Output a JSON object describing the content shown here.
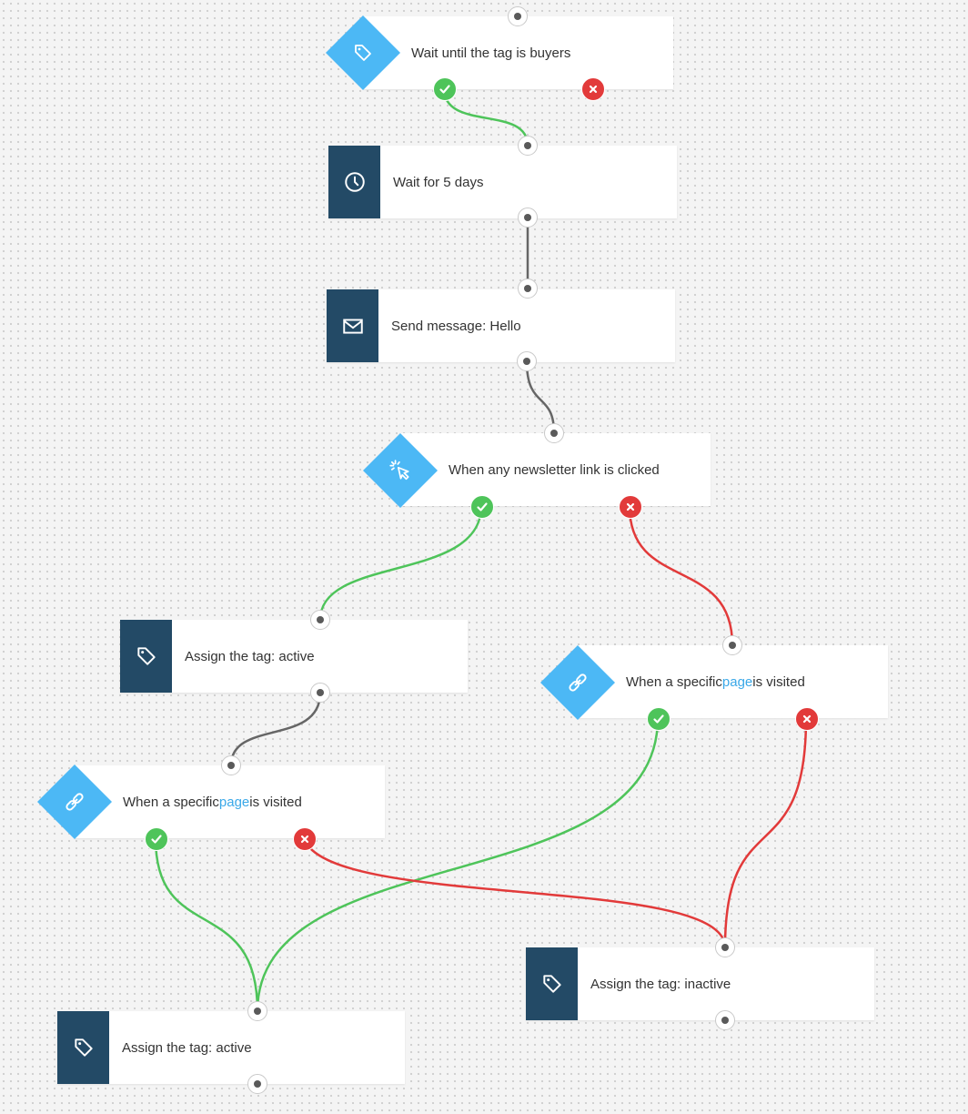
{
  "colors": {
    "success": "#4ec45a",
    "failure": "#e23a3a",
    "neutral": "#666666",
    "condition": "#4cb8f5",
    "action": "#234a66",
    "link": "#3aa8e8"
  },
  "nodes": [
    {
      "id": "n1",
      "kind": "condition",
      "icon": "tag-icon",
      "text": "Wait until the tag is buyers"
    },
    {
      "id": "n2",
      "kind": "action",
      "icon": "clock-icon",
      "text": "Wait for 5 days"
    },
    {
      "id": "n3",
      "kind": "action",
      "icon": "envelope-icon",
      "text": "Send message: Hello"
    },
    {
      "id": "n4",
      "kind": "condition",
      "icon": "cursor-click-icon",
      "text": "When any newsletter link is clicked"
    },
    {
      "id": "n5",
      "kind": "action",
      "icon": "tag-icon",
      "text": "Assign the tag: active"
    },
    {
      "id": "n6",
      "kind": "condition",
      "icon": "link-icon",
      "text_before": "When a specific ",
      "link": "page",
      "text_after": " is visited"
    },
    {
      "id": "n7",
      "kind": "condition",
      "icon": "link-icon",
      "text_before": "When a specific ",
      "link": "page",
      "text_after": " is visited"
    },
    {
      "id": "n8",
      "kind": "action",
      "icon": "tag-icon",
      "text": "Assign the tag: inactive"
    },
    {
      "id": "n9",
      "kind": "action",
      "icon": "tag-icon",
      "text": "Assign the tag: active"
    }
  ],
  "edges": [
    {
      "from": "n1",
      "outcome": "yes",
      "to": "n2"
    },
    {
      "from": "n2",
      "outcome": "next",
      "to": "n3"
    },
    {
      "from": "n3",
      "outcome": "next",
      "to": "n4"
    },
    {
      "from": "n4",
      "outcome": "yes",
      "to": "n5"
    },
    {
      "from": "n4",
      "outcome": "no",
      "to": "n6"
    },
    {
      "from": "n5",
      "outcome": "next",
      "to": "n7"
    },
    {
      "from": "n6",
      "outcome": "yes",
      "to": "n9"
    },
    {
      "from": "n6",
      "outcome": "no",
      "to": "n8"
    },
    {
      "from": "n7",
      "outcome": "yes",
      "to": "n9"
    },
    {
      "from": "n7",
      "outcome": "no",
      "to": "n8"
    }
  ]
}
